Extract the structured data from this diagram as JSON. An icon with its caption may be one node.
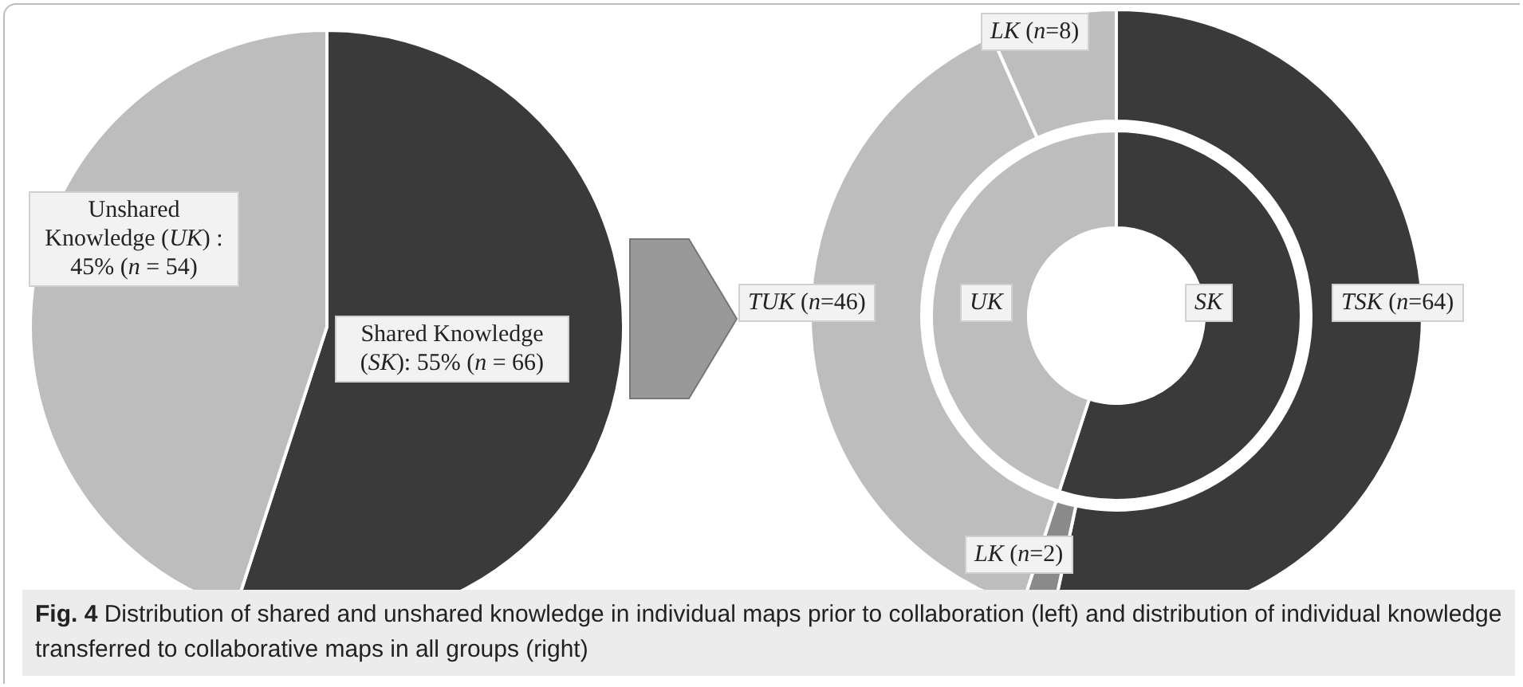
{
  "diagram": {
    "caption": "**Fig. 4** Distribution of shared and unshared knowledge in individual maps prior to collaboration (left) and distribution of individual knowledge transferred to collaborative maps in all groups (right)",
    "chart_data": {
      "type": "pie",
      "categories": [
        "Shared Knowledge (*SK*): 55% (*n* = 66)",
        "Unshared Knowledge (*UK*) : 45% (*n* = 54)"
      ],
      "series": [
        {
          "values": [
            66,
            54
          ]
        }
      ]
    },
    "labels": [
      "*LK* (*n*=8)",
      "*TUK* (*n*=46)",
      "*UK*",
      "*SK*",
      "*TSK* (*n*=64)",
      "*LK* (*n*=2)"
    ]
  }
}
